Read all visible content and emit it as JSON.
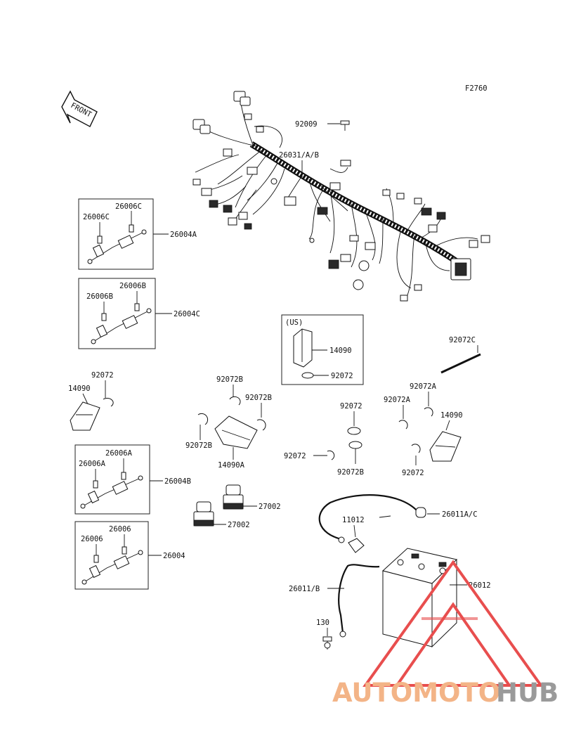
{
  "figure_id": "F2760",
  "front_label": "FRONT",
  "watermark": {
    "part1": "AUTOMOTO",
    "part2": "HUB",
    "color1": "#f3b487",
    "color2": "#9a9a9a",
    "triangle_color": "#e84e4e"
  },
  "parts": {
    "harness": "26031/A/B",
    "bolt": "92009",
    "fuse_26006C_a": "26006C",
    "fuse_26006C_b": "26006C",
    "fuse_assy_A": "26004A",
    "fuse_26006B_a": "26006B",
    "fuse_26006B_b": "26006B",
    "fuse_assy_C": "26004C",
    "us_note": "(US)",
    "cover_us": "14090",
    "clamp_us": "92072",
    "band_c": "92072C",
    "clamp_l1": "92072",
    "cover_l": "14090",
    "clamp_b1": "92072B",
    "clamp_b2": "92072B",
    "clamp_b3": "92072B",
    "cover_a": "14090A",
    "clamp_m1": "92072",
    "clamp_m2": "92072",
    "clamp_m3": "92072B",
    "clamp_a1": "92072A",
    "clamp_a2": "92072A",
    "cover_r": "14090",
    "clamp_r": "92072",
    "fuse_26006A_a": "26006A",
    "fuse_26006A_b": "26006A",
    "fuse_assy_B": "26004B",
    "relay_a": "27002",
    "relay_b": "27002",
    "fuse_26006_a": "26006",
    "fuse_26006_b": "26006",
    "fuse_assy": "26004",
    "cable_ac": "26011A/C",
    "cap": "11012",
    "cable_b": "26011/B",
    "battery": "26012",
    "bolt_130": "130"
  }
}
